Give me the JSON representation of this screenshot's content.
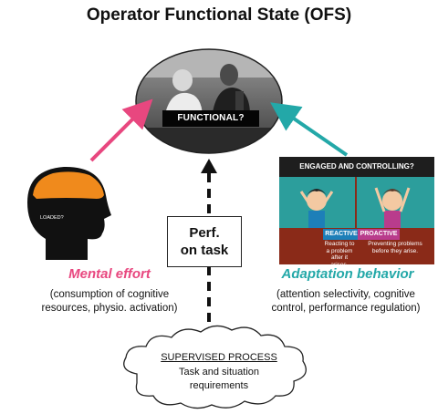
{
  "title": "Operator Functional State (OFS)",
  "center": {
    "photo_label": "FUNCTIONAL?"
  },
  "perf_box": {
    "line1": "Perf.",
    "line2": "on task"
  },
  "mental": {
    "head_text": "LOADED?",
    "title": "Mental effort",
    "desc1": "(consumption of cognitive",
    "desc2": "resources, physio. activation)"
  },
  "adaptation": {
    "panel_title": "ENGAGED AND CONTROLLING?",
    "reactive_label": "REACTIVE",
    "reactive_text1": "Reacting to",
    "reactive_text2": "a problem",
    "reactive_text3": "after it arises.",
    "proactive_label": "PROACTIVE",
    "proactive_text1": "Preventing problems",
    "proactive_text2": "before they arise.",
    "title": "Adaptation behavior",
    "desc1": "(attention selectivity, cognitive",
    "desc2": "control, performance regulation)"
  },
  "cloud": {
    "title": "SUPERVISED PROCESS",
    "line1": "Task and situation",
    "line2": "requirements"
  },
  "colors": {
    "pink": "#e8477f",
    "teal": "#23a8a8"
  }
}
